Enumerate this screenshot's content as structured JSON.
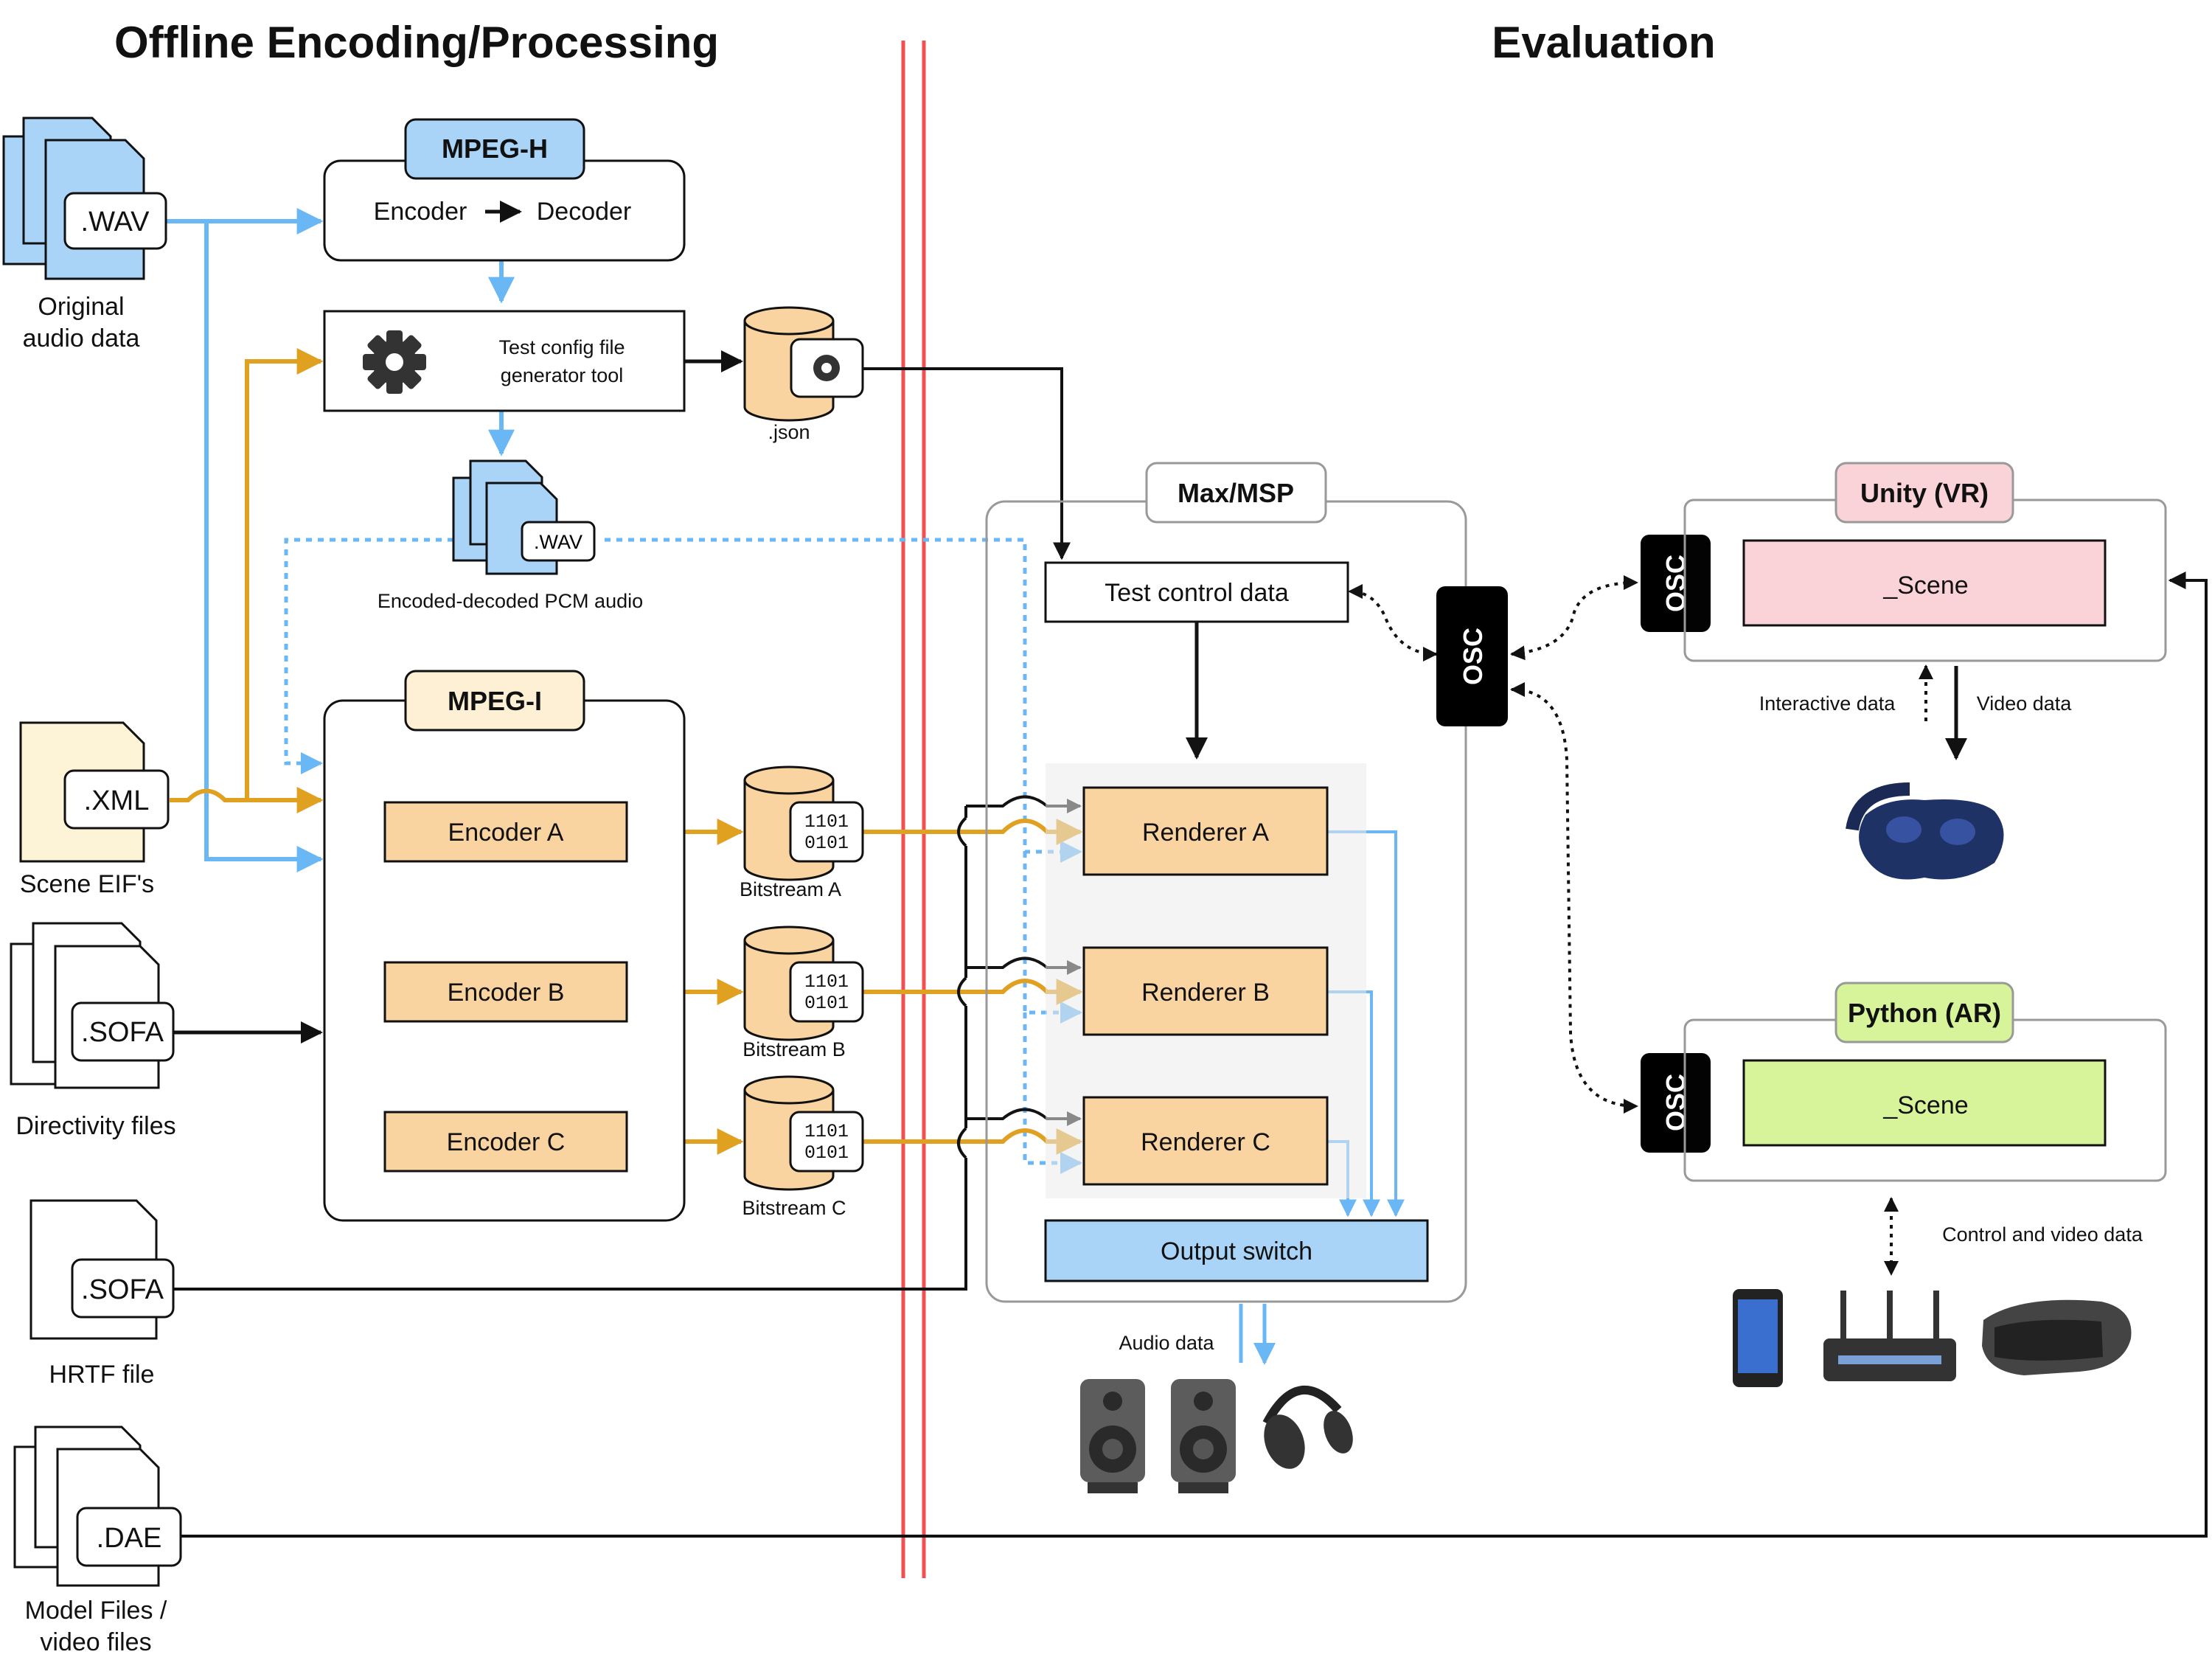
{
  "headers": {
    "left": "Offline Encoding/Processing",
    "right": "Evaluation"
  },
  "files": {
    "wav": {
      "ext": ".WAV",
      "caption_1": "Original",
      "caption_2": "audio data"
    },
    "xml": {
      "ext": ".XML",
      "caption": "Scene EIF's"
    },
    "sofa_dir": {
      "ext": ".SOFA",
      "caption": "Directivity files"
    },
    "sofa_hrtf": {
      "ext": ".SOFA",
      "caption": "HRTF file"
    },
    "dae": {
      "ext": ".DAE",
      "caption_1": "Model Files /",
      "caption_2": "video files"
    },
    "encoded_wav": {
      "ext": ".WAV",
      "caption": "Encoded-decoded PCM audio"
    },
    "json": {
      "caption": ".json"
    }
  },
  "mpegh": {
    "tag": "MPEG-H",
    "encoder": "Encoder",
    "decoder": "Decoder"
  },
  "config_tool": {
    "line_1": "Test config file",
    "line_2": "generator tool"
  },
  "mpegi": {
    "tag": "MPEG-I",
    "encoders": [
      "Encoder A",
      "Encoder B",
      "Encoder C"
    ],
    "bitstreams": [
      "Bitstream A",
      "Bitstream B",
      "Bitstream C"
    ],
    "bits_1": "1101",
    "bits_2": "0101"
  },
  "maxmsp": {
    "tag": "Max/MSP",
    "test_control": "Test control data",
    "renderers": [
      "Renderer A",
      "Renderer B",
      "Renderer C"
    ],
    "output_switch": "Output switch",
    "audio_data": "Audio data"
  },
  "osc_label": "OSC",
  "unity": {
    "tag": "Unity (VR)",
    "scene": "_Scene",
    "interactive": "Interactive data",
    "video": "Video data"
  },
  "python": {
    "tag": "Python (AR)",
    "scene": "_Scene",
    "control": "Control and video data"
  },
  "colors": {
    "blue": "#6ab7f5",
    "orange": "#e0a020",
    "file_blue": "#a9d4f7",
    "file_yellow": "#fdf3d6",
    "encoder_fill": "#f9d3a0",
    "mpegh_tag": "#a9d4f7",
    "mpegi_tag": "#fdf0d4",
    "unity_scene": "#f9d3d8",
    "python_scene": "#d7f49a",
    "output_switch": "#a9d4f7",
    "divider_red": "#f05050"
  }
}
